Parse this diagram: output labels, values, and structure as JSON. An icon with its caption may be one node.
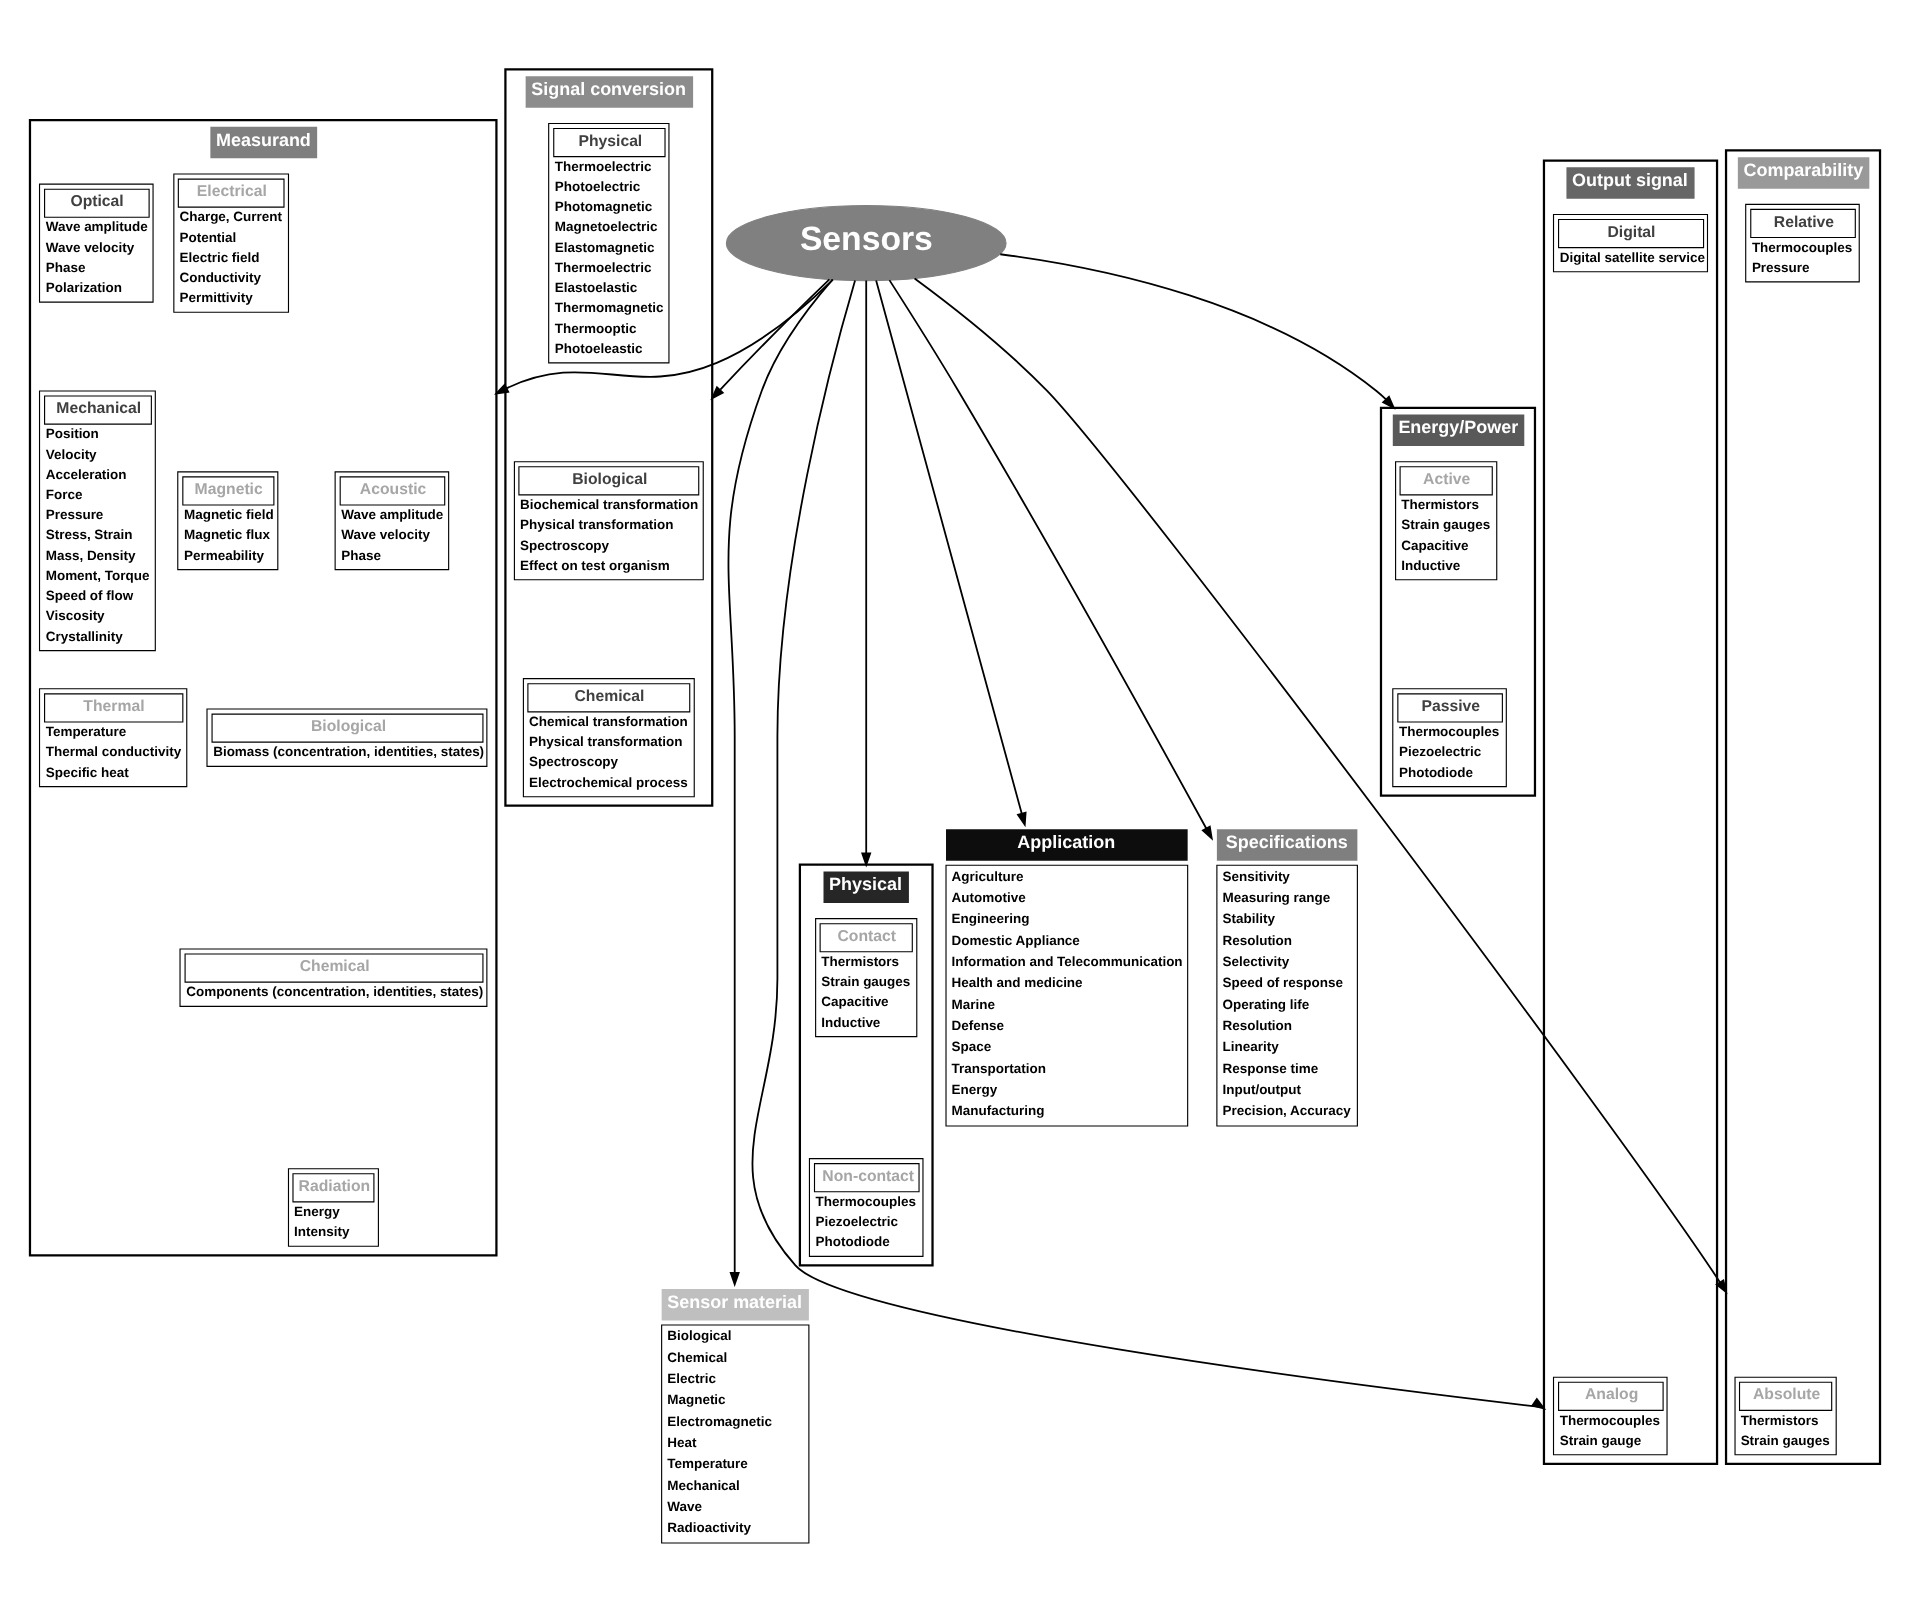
{
  "diagram": {
    "nodes": [
      {
        "text": [
          "Sensors"
        ]
      },
      {
        "text": [
          "Measurand"
        ]
      },
      {
        "text": [
          "Acoustic",
          "Wave amplitude",
          "Wave velocity",
          "Phase"
        ],
        "in": 1
      },
      {
        "text": [
          "Biological",
          "Biomass (concentration, identities, states)"
        ],
        "in": 1
      },
      {
        "text": [
          "Chemical",
          "Components (concentration, identities, states)"
        ],
        "in": 1
      },
      {
        "text": [
          "Radiation",
          "Energy",
          "Intensity"
        ],
        "in": 1
      },
      {
        "text": [
          "Electrical",
          "Charge, Current",
          "Potential",
          "Electric field",
          "Conductivity",
          "Permittivity"
        ],
        "in": 1
      },
      {
        "text": [
          "Magnetic",
          "Magnetic field",
          "Magnetic flux",
          "Permeability"
        ],
        "in": 1
      },
      {
        "text": [
          "Thermal",
          "Temperature",
          "Thermal conductivity",
          "Specific heat"
        ],
        "in": 1
      },
      {
        "text": [
          "Optical",
          "Wave amplitude",
          "Wave velocity",
          "Phase",
          "Polarization"
        ],
        "in": 1
      },
      {
        "text": [
          "Mechanical",
          "Position",
          "Velocity",
          "Acceleration",
          "Force",
          "Pressure",
          "Stress, Strain",
          "Mass, Density",
          "Moment, Torque",
          "Speed of flow",
          "Viscosity",
          "Crystallinity"
        ],
        "in": 1
      },
      {
        "text": [
          "Energy/Power"
        ]
      },
      {
        "text": [
          "Active",
          "Thermistors",
          "Strain gauges",
          "Capacitive",
          "Inductive"
        ],
        "in": 11
      },
      {
        "text": [
          "Passive",
          "Thermocouples",
          "Piezoelectric",
          "Photodiode"
        ],
        "in": 11
      },
      {
        "text": [
          "Signal conversion"
        ]
      },
      {
        "text": [
          "Biological",
          "Biochemical transformation",
          "Physical transformation",
          "Spectroscopy",
          "Effect on test organism"
        ],
        "in": 14
      },
      {
        "text": [
          "Chemical",
          "Chemical transformation",
          "Physical transformation",
          "Spectroscopy",
          "Electrochemical process"
        ],
        "in": 14
      },
      {
        "text": [
          "Physical",
          "Thermoelectric",
          "Photoelectric",
          "Photomagnetic",
          "Magnetoelectric",
          "Elastomagnetic",
          "Thermoelectric",
          "Elastoelastic",
          "Thermomagnetic",
          "Thermooptic",
          "Photoeleastic"
        ],
        "in": 14
      },
      {
        "text": [
          "Physical"
        ]
      },
      {
        "text": [
          "Contact",
          "Thermistors",
          "Strain gauges",
          "Capacitive",
          "Inductive"
        ],
        "in": 18
      },
      {
        "text": [
          "Non-contact",
          "Thermocouples",
          "Piezoelectric",
          "Photodiode"
        ],
        "in": 18
      },
      {
        "text": [
          "Application",
          "Agriculture",
          "Automotive",
          "Engineering",
          "Domestic Appliance",
          "Information and Telecommunication",
          "Health and medicine",
          "Marine",
          "Defense",
          "Space",
          "Transportation",
          "Energy",
          "Manufacturing"
        ]
      },
      {
        "text": [
          "Specifications",
          "Sensitivity",
          "Measuring range",
          "Stability",
          "Resolution",
          "Selectivity",
          "Speed of response",
          "Operating life",
          "Resolution",
          "Linearity",
          "Response time",
          "Input/output",
          "Precision, Accuracy"
        ]
      },
      {
        "text": [
          "Output signal"
        ]
      },
      {
        "text": [
          "Analog",
          "Thermocouples",
          "Strain gauge"
        ],
        "in": 23
      },
      {
        "text": [
          "Digital",
          "Digital satellite service"
        ],
        "in": 23
      },
      {
        "text": [
          "Sensor material",
          "Biological",
          "Chemical",
          "Electric",
          "Magnetic",
          "Electromagnetic",
          "Heat",
          "Temperature",
          "Mechanical",
          "Wave",
          "Radioactivity"
        ]
      },
      {
        "text": [
          "Comparability"
        ]
      },
      {
        "text": [
          "Absolute",
          "Thermistors",
          "Strain gauges"
        ],
        "in": 27
      },
      {
        "text": [
          "Relative",
          "Thermocouples",
          "Pressure"
        ],
        "in": 27
      }
    ],
    "edges": [
      {
        "from": 0,
        "to": 1,
        "arrow": "to"
      },
      {
        "from": 0,
        "to": 11,
        "arrow": "to"
      },
      {
        "from": 0,
        "to": 14,
        "arrow": "to"
      },
      {
        "from": 0,
        "to": 18,
        "arrow": "to"
      },
      {
        "from": 0,
        "to": 21,
        "arrow": "to"
      },
      {
        "from": 0,
        "to": 22,
        "arrow": "to"
      },
      {
        "from": 0,
        "to": 23,
        "arrow": "to"
      },
      {
        "from": 0,
        "to": 26,
        "arrow": "to"
      },
      {
        "from": 0,
        "to": 27,
        "arrow": "to"
      }
    ]
  }
}
